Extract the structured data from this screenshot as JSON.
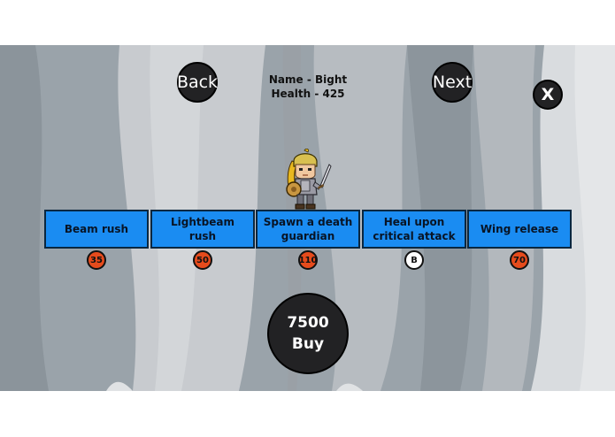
{
  "nav": {
    "back_label": "Back",
    "next_label": "Next",
    "close_label": "X"
  },
  "character": {
    "name_text": "Name - Bight",
    "health_text": "Health - 425"
  },
  "skills": [
    {
      "label": "Beam rush",
      "cost": "35",
      "cost_color": "#e64b1c"
    },
    {
      "label": "Lightbeam rush",
      "cost": "50",
      "cost_color": "#e64b1c"
    },
    {
      "label": "Spawn a death guardian",
      "cost": "110",
      "cost_color": "#e64b1c"
    },
    {
      "label": "Heal upon critical attack",
      "cost": "B",
      "cost_color": "#ffffff"
    },
    {
      "label": "Wing release",
      "cost": "70",
      "cost_color": "#e64b1c"
    }
  ],
  "buy": {
    "price": "7500",
    "label": "Buy"
  },
  "colors": {
    "skill_button": "#1a8cf2",
    "dark_button": "#222224",
    "background": "#9aa3aa"
  },
  "icons": {
    "hero": "knight-hero-sprite",
    "cost_badge": "coin-badge"
  }
}
